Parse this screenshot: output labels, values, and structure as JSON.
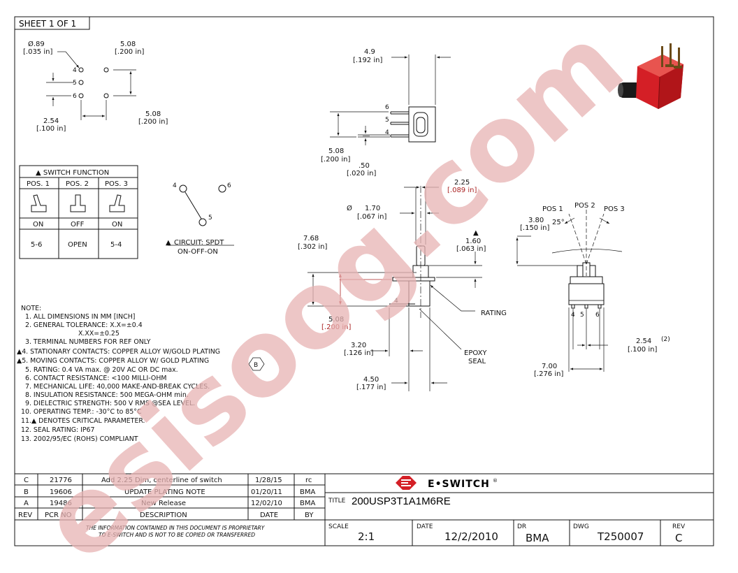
{
  "sheet": {
    "label": "SHEET 1 OF 1"
  },
  "watermark": "esisoog.com",
  "footprint": {
    "hole_dia": "Ø.89",
    "hole_dia_in": "[.035 in]",
    "pin_labels": [
      "4",
      "5",
      "6"
    ],
    "dim_top": "5.08",
    "dim_top_in": "[.200 in]",
    "dim_right": "5.08",
    "dim_right_in": "[.200 in]",
    "dim_left": "2.54",
    "dim_left_in": "[.100 in]"
  },
  "switch_function": {
    "title": "▲ SWITCH FUNCTION",
    "headers": [
      "POS. 1",
      "POS. 2",
      "POS. 3"
    ],
    "states": [
      "ON",
      "OFF",
      "ON"
    ],
    "connections": [
      "5-6",
      "OPEN",
      "5-4"
    ]
  },
  "circuit": {
    "labels": [
      "4",
      "6",
      "5"
    ],
    "title": "CIRCUIT: SPDT",
    "mode": "ON-OFF-ON"
  },
  "notes": {
    "header": "NOTE:",
    "items": [
      "1. ALL DIMENSIONS IN MM [INCH]",
      "2. GENERAL TOLERANCE: X.X=±0.4",
      "X.XX=±0.25",
      "3. TERMINAL NUMBERS FOR REF ONLY",
      "▲4. STATIONARY CONTACTS: COPPER ALLOY W/GOLD PLATING",
      "▲5. MOVING CONTACTS: COPPER ALLOY W/ GOLD PLATING",
      "5. RATING: 0.4 VA max. @ 20V AC OR DC max.",
      "6. CONTACT RESISTANCE: <100 MILLI-OHM",
      "7. MECHANICAL LIFE: 40,000 MAKE-AND-BREAK CYCLES.",
      "8. INSULATION RESISTANCE: 500 MEGA-OHM min.",
      "9. DIELECTRIC STRENGTH: 500 V RMS @SEA LEVEL.",
      "10. OPERATING TEMP.: -30°C to 85°C",
      "11.▲ DENOTES CRITICAL PARAMETER.",
      "12. SEAL RATING: IP67",
      "13. 2002/95/EC (ROHS) COMPLIANT"
    ],
    "rev_flag": "B"
  },
  "top_view": {
    "dim_width": "4.9",
    "dim_width_in": "[.192 in]",
    "pins": [
      "6",
      "5",
      "4"
    ],
    "dim_height": "5.08",
    "dim_height_in": "[.200 in]",
    "dim_pin": ".50",
    "dim_pin_in": "[.020 in]"
  },
  "side_view": {
    "dim_a": "2.25",
    "dim_a_in": "[.089 in]",
    "dim_b_prefix": "Ø",
    "dim_b": "1.70",
    "dim_b_in": "[.067 in]",
    "dim_c": "1.60",
    "dim_c_in": "[.063 in]",
    "dim_d": "7.68",
    "dim_d_in": "[.302 in]",
    "pin": "4",
    "dim_e": "5.08",
    "dim_e_in": "[.200 in]",
    "rating": "RATING",
    "dim_f": "3.20",
    "dim_f_in": "[.126 in]",
    "epoxy": "EPOXY",
    "seal": "SEAL",
    "dim_g": "4.50",
    "dim_g_in": "[.177 in]"
  },
  "front_view": {
    "pos1": "POS 1",
    "pos2": "POS 2",
    "pos3": "POS 3",
    "angle": "25°",
    "dim_h": "3.80",
    "dim_h_in": "[.150 in]",
    "pins": [
      "4",
      "5",
      "6"
    ],
    "dim_pitch": "2.54",
    "dim_pitch_note": "(2)",
    "dim_pitch_in": "[.100 in]",
    "dim_w": "7.00",
    "dim_w_in": "[.276 in]"
  },
  "revisions": {
    "rows": [
      {
        "rev": "C",
        "pcr": "21776",
        "desc": "Add 2.25 Dim, centerline of switch",
        "date": "1/28/15",
        "by": "rc"
      },
      {
        "rev": "B",
        "pcr": "19606",
        "desc": "UPDATE PLATING NOTE",
        "date": "01/20/11",
        "by": "BMA"
      },
      {
        "rev": "A",
        "pcr": "19486",
        "desc": "New Release",
        "date": "12/02/10",
        "by": "BMA"
      }
    ],
    "headers": {
      "rev": "REV",
      "pcr": "PCR NO",
      "desc": "DESCRIPTION",
      "date": "DATE",
      "by": "BY"
    },
    "disclaimer_1": "THE INFORMATION CONTAINED IN THIS DOCUMENT IS PROPRIETARY",
    "disclaimer_2": "TO E-SWITCH AND IS NOT TO BE COPIED OR TRANSFERRED"
  },
  "title_block": {
    "brand": "E•SWITCH",
    "brand_mark": "®",
    "title_label": "TITLE",
    "title": "200USP3T1A1M6RE",
    "scale_label": "SCALE",
    "scale": "2:1",
    "date_label": "DATE",
    "date": "12/2/2010",
    "dr_label": "DR",
    "dr": "BMA",
    "dwg_label": "DWG",
    "dwg": "T250007",
    "rev_label": "REV",
    "rev": "C"
  },
  "colors": {
    "accent": "#d41f26",
    "watermark": "#e8b3b3",
    "dim_red": "#aa2222"
  }
}
